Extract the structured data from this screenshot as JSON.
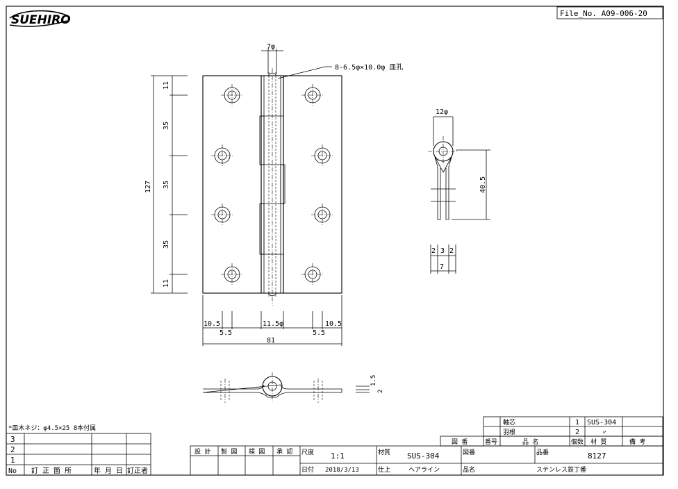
{
  "logo": {
    "text": "SUEHIRO"
  },
  "file_no": "File_No. A09-006-20",
  "front_view": {
    "pin_dia": "7φ",
    "hole_note": "8-6.5φ×10.0φ 皿孔",
    "dims_vertical": [
      "11",
      "35",
      "35",
      "35",
      "11"
    ],
    "overall_height": "127",
    "dims_bottom": {
      "left_edge": "10.5",
      "left_hole": "5.5",
      "knuckle": "11.5φ",
      "right_hole": "5.5",
      "right_edge": "10.5",
      "overall_width": "81"
    }
  },
  "side_view": {
    "knuckle_dia": "12φ",
    "height": "40.5",
    "leaf_thk_left": "2",
    "gap": "3",
    "leaf_thk_right": "2",
    "total": "7"
  },
  "bottom_view": {
    "dim_a": "1.5",
    "dim_b": "2"
  },
  "screw_note": "*皿木ネジ：φ4.5×25 8本付属",
  "revision_table": {
    "rows": [
      "3",
      "2",
      "1"
    ],
    "header": [
      "No",
      "訂 正 箇 所",
      "年 月 日",
      "訂正者"
    ]
  },
  "parts_table": {
    "rows": [
      {
        "name": "軸芯",
        "qty": "1",
        "material": "SUS-304",
        "note": ""
      },
      {
        "name": "羽根",
        "qty": "2",
        "material": "〃",
        "note": ""
      }
    ],
    "header": [
      "図 番",
      "番号",
      "品 名",
      "個数",
      "材 質",
      "備 考"
    ]
  },
  "title_block": {
    "roles": [
      "設 計",
      "製 図",
      "検 図",
      "承 認"
    ],
    "scale_label": "尺度",
    "scale": "1:1",
    "material_label": "材質",
    "material": "SUS-304",
    "drawing_no_label": "図番",
    "drawing_no": "",
    "product_no_label": "品番",
    "product_no": "8127",
    "date_label": "日付",
    "date": "2018/3/13",
    "finish_label": "仕上",
    "finish": "ヘアライン",
    "product_name_label": "品名",
    "product_name": "ステンレス鉄丁番"
  }
}
